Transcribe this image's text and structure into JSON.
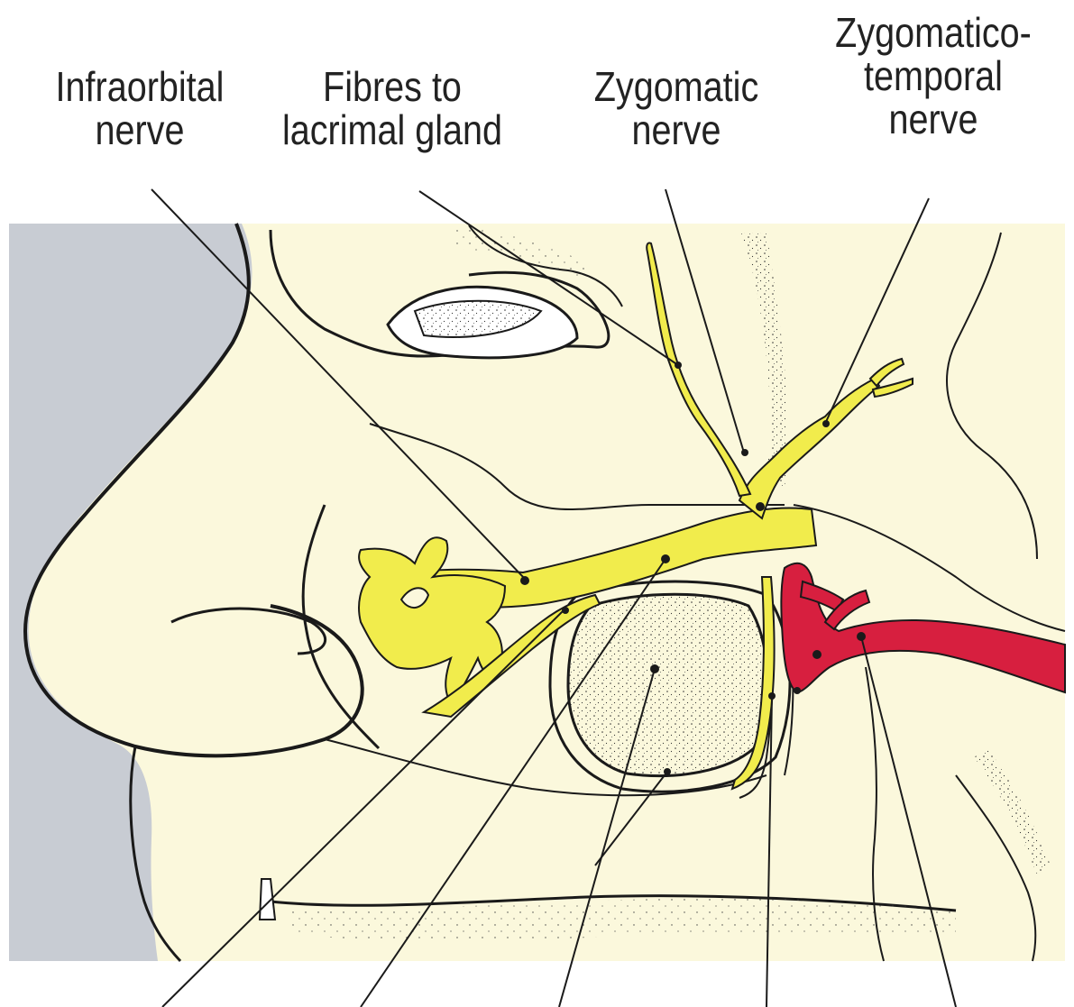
{
  "labels": {
    "infraorbital": [
      "Infraorbital",
      "nerve"
    ],
    "lacrimal": [
      "Fibres to",
      "lacrimal gland"
    ],
    "zygomatic": [
      "Zygomatic",
      "nerve"
    ],
    "zygomaticotemporal": [
      "Zygomatico-",
      "temporal",
      "nerve"
    ]
  },
  "colors": {
    "background_panel": "#fbf8dc",
    "nasal_panel": "#c8ccd3",
    "nerve": "#f1ec4c",
    "artery": "#d71f3f",
    "outline": "#1a1a1a",
    "leader": "#1a1a1a"
  }
}
